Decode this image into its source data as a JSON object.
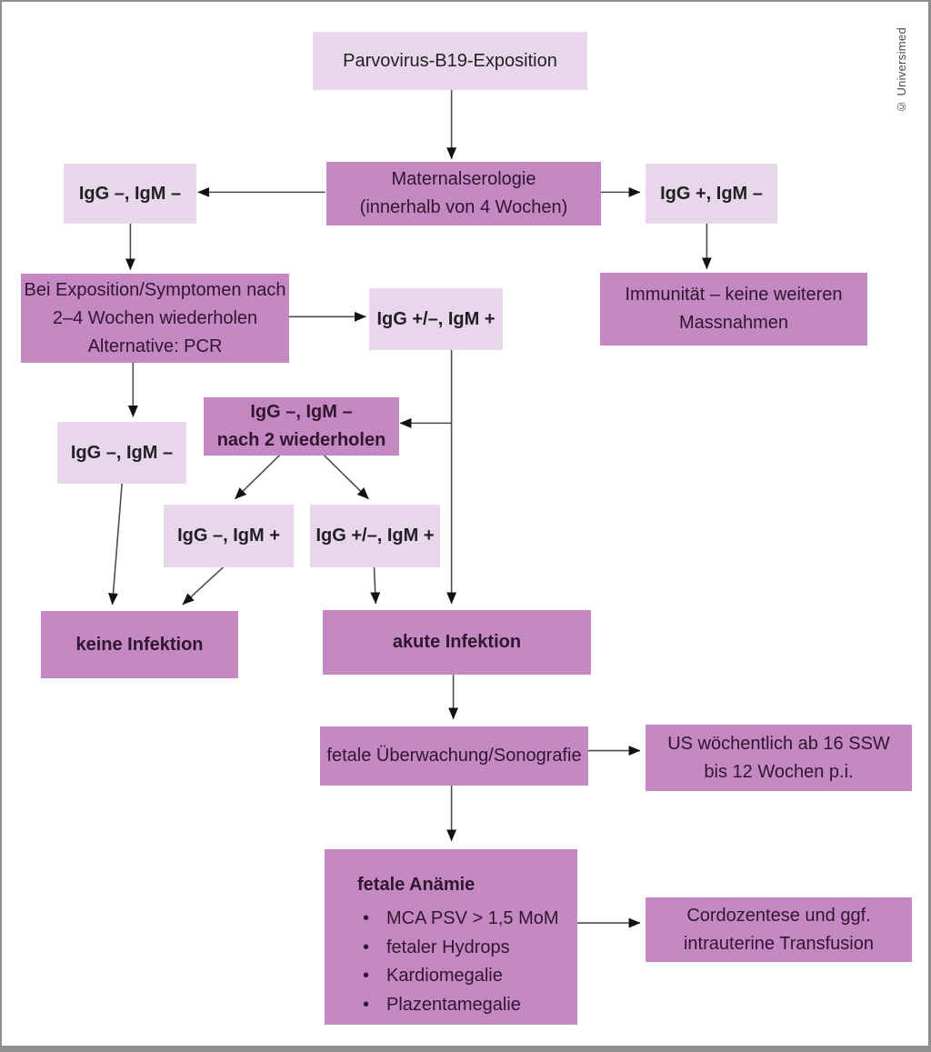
{
  "page": {
    "copyright": "© Universimed"
  },
  "colors": {
    "light_box": "#e8d6ea",
    "medium_box": "#c489c2",
    "arrow_line": "#4d4d4d",
    "arrow_head": "#111111",
    "frame_border": "#8f8f8f"
  },
  "nodes": {
    "exposition": {
      "lines": [
        "Parvovirus-B19-Exposition"
      ]
    },
    "maternalserologie": {
      "lines": [
        "Maternalserologie",
        "(innerhalb von 4 Wochen)"
      ]
    },
    "igg_neg_igm_neg_top": {
      "lines": [
        "IgG –, IgM –"
      ]
    },
    "igg_pos_igm_neg": {
      "lines": [
        "IgG +, IgM –"
      ]
    },
    "bei_exposition": {
      "lines": [
        "Bei Exposition/Symptomen nach",
        "2–4 Wochen wiederholen",
        "Alternative: PCR"
      ]
    },
    "igg_pm_igm_pos_mid": {
      "lines": [
        "IgG +/–, IgM +"
      ]
    },
    "immunitaet": {
      "lines": [
        "Immunität – keine weiteren",
        "Massnahmen"
      ]
    },
    "igg_neg_wiederholen": {
      "lines": [
        "IgG –, IgM –",
        "nach 2 wiederholen"
      ]
    },
    "igg_neg_igm_neg_2": {
      "lines": [
        "IgG –, IgM –"
      ]
    },
    "igg_neg_igm_pos": {
      "lines": [
        "IgG –, IgM +"
      ]
    },
    "igg_pm_igm_pos_2": {
      "lines": [
        "IgG +/–, IgM +"
      ]
    },
    "keine_infektion": {
      "lines": [
        "keine Infektion"
      ]
    },
    "akute_infektion": {
      "lines": [
        "akute Infektion"
      ]
    },
    "fetale_ueberwachung": {
      "lines": [
        "fetale Überwachung/Sonografie"
      ]
    },
    "us_woechentlich": {
      "lines": [
        "US wöchentlich ab 16 SSW",
        "bis 12 Wochen p.i."
      ]
    },
    "fetale_anaemie": {
      "title": "fetale Anämie",
      "bullets": [
        "MCA PSV > 1,5 MoM",
        "fetaler Hydrops",
        "Kardiomegalie",
        "Plazentamegalie"
      ]
    },
    "cordozentese": {
      "lines": [
        "Cordozentese und ggf.",
        "intrauterine Transfusion"
      ]
    }
  }
}
